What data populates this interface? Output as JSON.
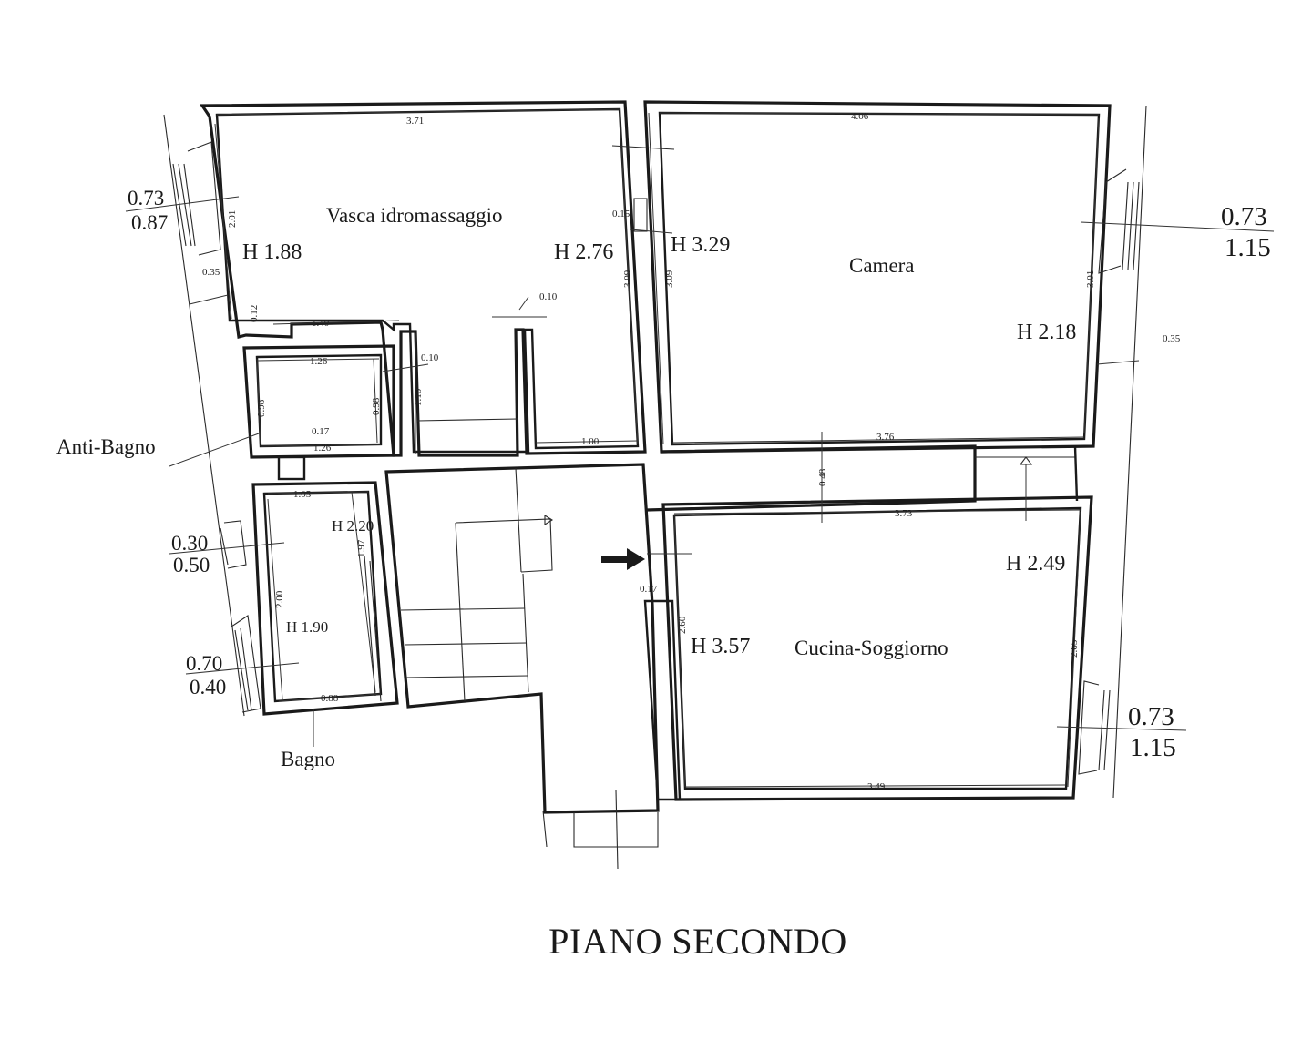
{
  "title": "PIANO SECONDO",
  "rooms": {
    "vasca": "Vasca idromassaggio",
    "camera": "Camera",
    "antibagno": "Anti-Bagno",
    "bagno": "Bagno",
    "cucina": "Cucina-Soggiorno"
  },
  "heights": {
    "h188": "H 1.88",
    "h276": "H 2.76",
    "h329": "H 3.29",
    "h218": "H 2.18",
    "h220": "H 2.20",
    "h249": "H 2.49",
    "h190": "H 1.90",
    "h357": "H 3.57"
  },
  "dimensions": {
    "d371": "3.71",
    "d406": "4.06",
    "d201": "2.01",
    "d035a": "0.35",
    "d012": "0.12",
    "d140": "1.40",
    "d126a": "1.26",
    "d010a": "0.10",
    "d010b": "0.10",
    "d110": "1.10",
    "d098a": "0.98",
    "d098b": "0.98",
    "d017a": "0.17",
    "d126b": "1.26",
    "d105": "1.05",
    "d197": "1.97",
    "d200": "2.00",
    "d088": "0.88",
    "d015": "0.15",
    "d309a": "3.09",
    "d309b": "3.09",
    "d100": "1.00",
    "d376": "3.76",
    "d048": "0.48",
    "d373": "3.73",
    "d301": "3.01",
    "d035b": "0.35",
    "d017b": "0.17",
    "d260": "2.60",
    "d265": "2.65",
    "d349": "3.49"
  },
  "windows": {
    "w1_top": "0.73",
    "w1_bot": "0.87",
    "w2_top": "0.73",
    "w2_bot": "1.15",
    "w3_top": "0.30",
    "w3_bot": "0.50",
    "w4_top": "0.70",
    "w4_bot": "0.40",
    "w5_top": "0.73",
    "w5_bot": "1.15"
  }
}
